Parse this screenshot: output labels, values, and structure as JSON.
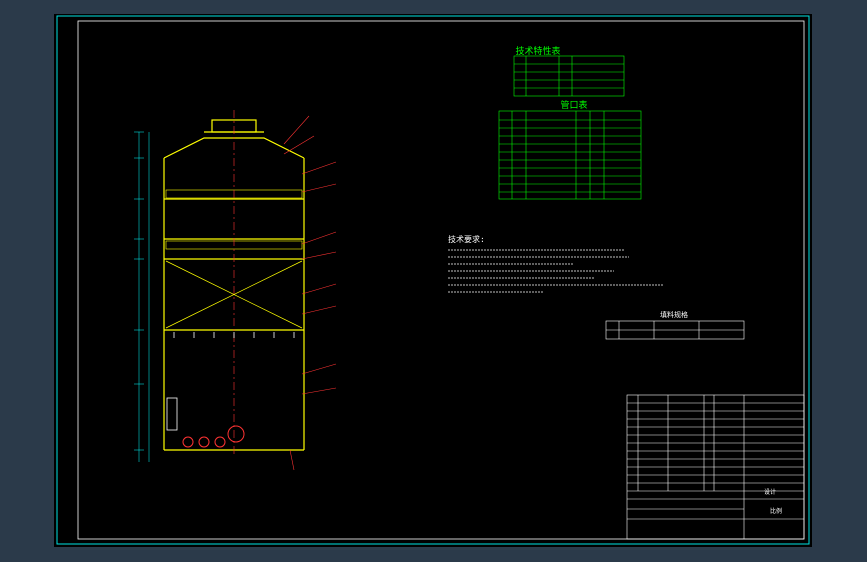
{
  "colors": {
    "background": "#2b3a4a",
    "sheet": "#000000",
    "border": "#00e5e5",
    "body_outline": "#ffff00",
    "table_lines": "#00ff00",
    "leader": "#ff0000",
    "white_text": "#ffffff",
    "nozzle": "#ff3333",
    "dimension": "#00ffff"
  },
  "texts": {
    "table1_title": "技术特性表",
    "table2_title": "管口表",
    "notes_title": "技术要求:",
    "small_table_title": "填料规格",
    "title_block_label1": "设计",
    "title_block_label2": "比例"
  }
}
